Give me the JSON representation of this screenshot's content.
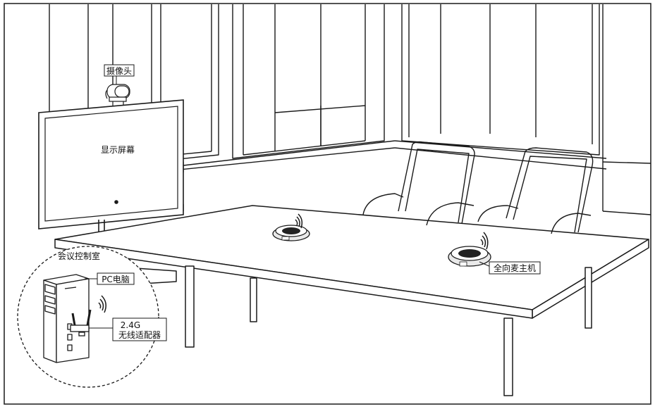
{
  "labels": {
    "camera": "摄像头",
    "display": "显示屏幕",
    "control_room": "会议控制室",
    "pc": "PC电脑",
    "adapter_line1": "2.4G",
    "adapter_line2": "无线适配器",
    "mic_host": "全向麦主机"
  },
  "colors": {
    "line": "#1a1a1a",
    "background": "#ffffff",
    "mic_ring": "#e9e9e9",
    "mic_center": "#222222"
  }
}
